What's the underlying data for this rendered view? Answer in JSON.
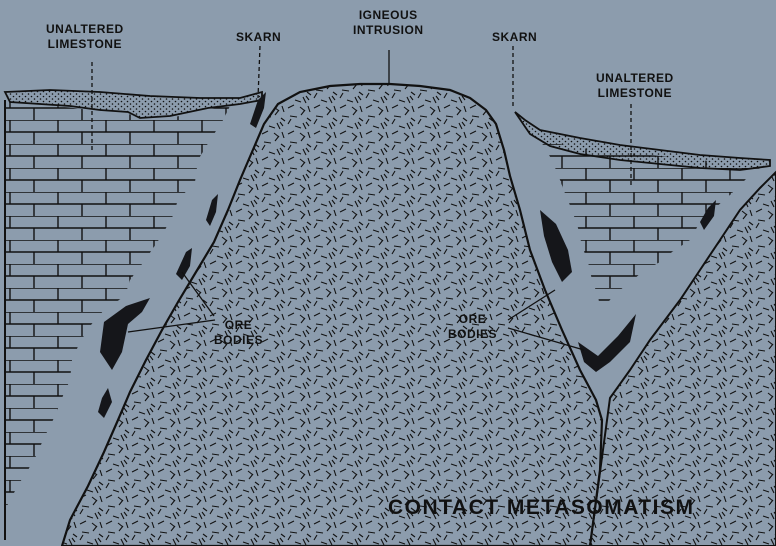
{
  "diagram": {
    "title": "CONTACT METASOMATISM",
    "labels": {
      "unaltered_limestone_left": {
        "line1": "UNALTERED",
        "line2": "LIMESTONE"
      },
      "skarn_left": {
        "line1": "SKARN"
      },
      "igneous_intrusion": {
        "line1": "IGNEOUS",
        "line2": "INTRUSION"
      },
      "skarn_right": {
        "line1": "SKARN"
      },
      "unaltered_limestone_right": {
        "line1": "UNALTERED",
        "line2": "LIMESTONE"
      },
      "ore_bodies_left": {
        "line1": "ORE",
        "line2": "BODIES"
      },
      "ore_bodies_right": {
        "line1": "ORE",
        "line2": "BODIES"
      }
    },
    "colors": {
      "background": "#8c9cad",
      "ink": "#111111",
      "ore": "#15161a"
    }
  }
}
